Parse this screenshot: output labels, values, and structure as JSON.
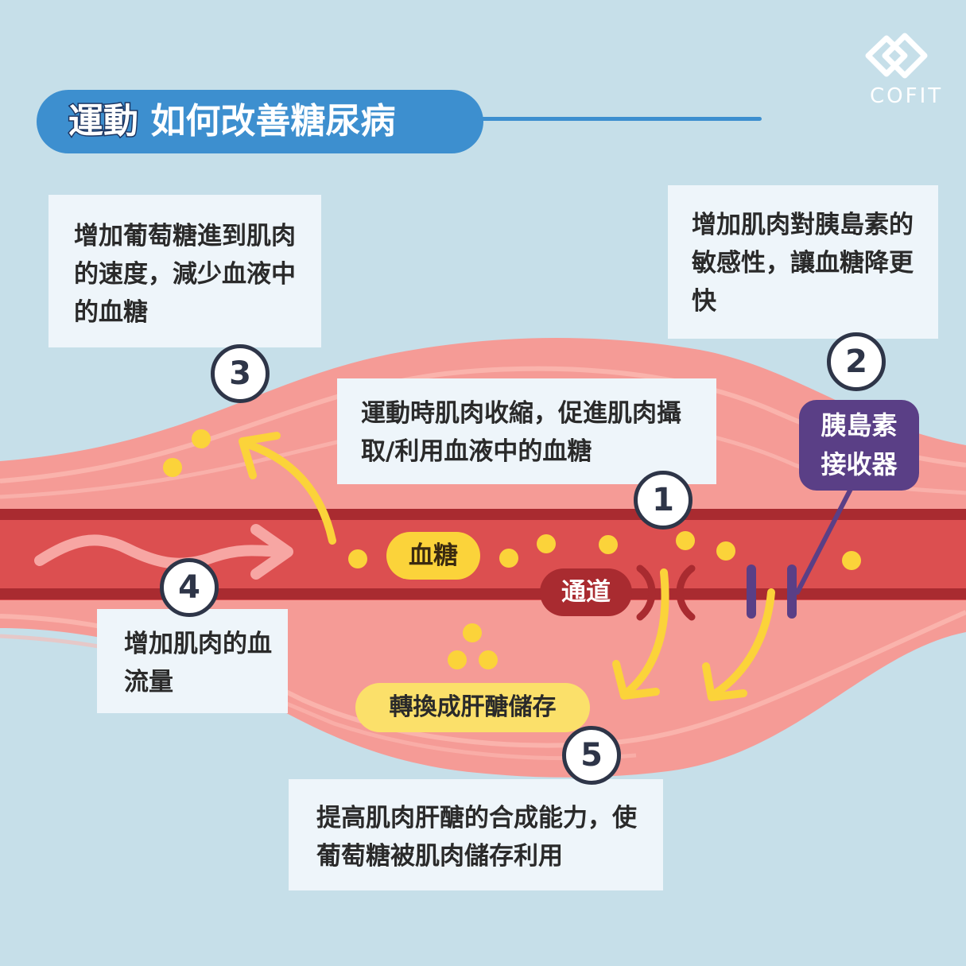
{
  "title": {
    "highlight": "運動",
    "rest": "如何改善糖尿病"
  },
  "logo": {
    "text": "COFIT"
  },
  "notes": {
    "n1": "運動時肌肉收縮，促進肌肉攝取/利用血液中的血糖",
    "n2": "增加肌肉對胰島素的敏感性，讓血糖降更快",
    "n3": "增加葡萄糖進到肌肉的速度，減少血液中的血糖",
    "n4": "增加肌肉的血流量",
    "n5": "提高肌肉肝醣的合成能力，使葡萄糖被肌肉儲存利用"
  },
  "steps": [
    "1",
    "2",
    "3",
    "4",
    "5"
  ],
  "labels": {
    "blood_sugar": "血糖",
    "channel": "通道",
    "receptor": "胰島素接收器",
    "glycogen": "轉換成肝醣儲存"
  },
  "colors": {
    "background": "#c6dfe9",
    "muscle": "#f59b96",
    "vessel": "#dc4f50",
    "glucose": "#fbd33a",
    "accent_blue": "#3d8fcf",
    "receptor_purple": "#5a3f86"
  }
}
